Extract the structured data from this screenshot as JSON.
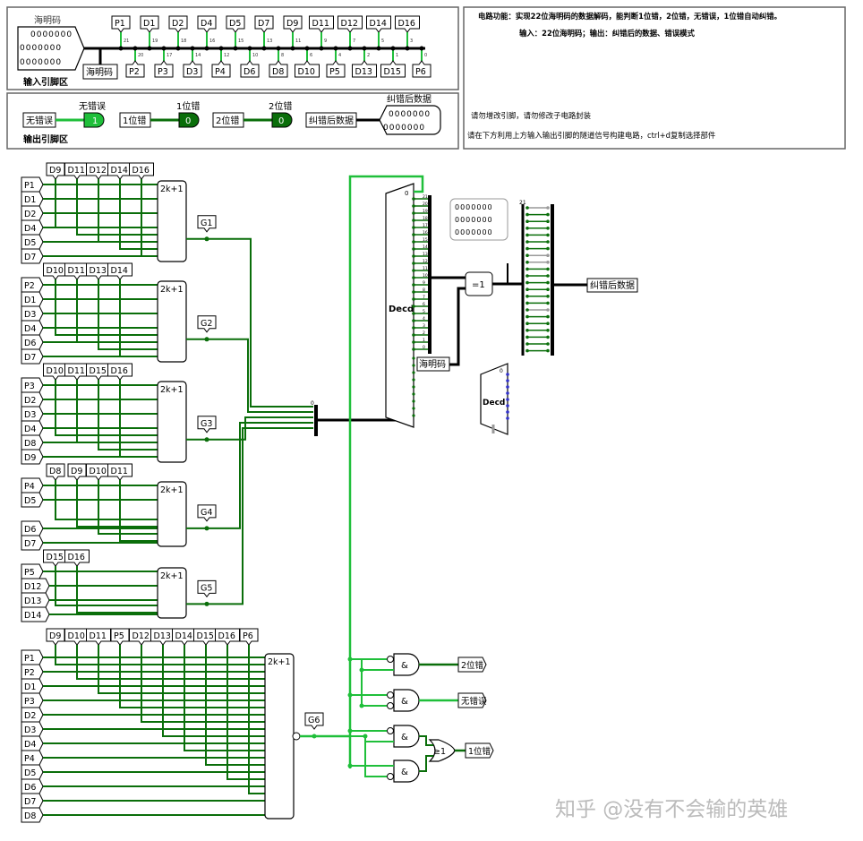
{
  "input_area": {
    "pin_label": "海明码",
    "tunnel_label": "海明码",
    "title": "输入引脚区",
    "tunnels_top": [
      "P1",
      "D1",
      "D2",
      "D4",
      "D5",
      "D7",
      "D9",
      "D11",
      "D12",
      "D14",
      "D16"
    ],
    "tunnels_bottom": [
      "P2",
      "P3",
      "D3",
      "P4",
      "D6",
      "D8",
      "D10",
      "P5",
      "D13",
      "D15",
      "P6"
    ],
    "bus_indices_top": [
      "21",
      "19",
      "18",
      "16",
      "15",
      "13",
      "11",
      "9",
      "7",
      "5",
      "3"
    ],
    "bus_indices_bottom": [
      "20",
      "17",
      "14",
      "12",
      "10",
      "8",
      "6",
      "4",
      "2",
      "1",
      "0"
    ]
  },
  "output_area": {
    "title": "输出引脚区",
    "no_error_tunnel": "无错误",
    "no_error_label": "无错误",
    "no_error_value": "1",
    "one_bit_tunnel": "1位错",
    "one_bit_label": "1位错",
    "one_bit_value": "0",
    "two_bit_tunnel": "2位错",
    "two_bit_label": "2位错",
    "two_bit_value": "0",
    "corrected_tunnel": "纠错后数据",
    "corrected_label": "纠错后数据"
  },
  "notes": {
    "line1": "电路功能：实现22位海明码的数据解码，能判断1位错，2位错，无错误，1位错自动纠错。",
    "line2": "输入：22位海明码；输出：纠错后的数据、错误模式",
    "line3": "请勿增改引脚，请勿修改子电路封装",
    "line4": "请在下方利用上方输入输出引脚的隧道信号构建电路，ctrl+d复制选择部件"
  },
  "groups": [
    {
      "tops": [
        "D9",
        "D11",
        "D12",
        "D14",
        "D16"
      ],
      "lefts": [
        "P1",
        "D1",
        "D2",
        "D4",
        "D5",
        "D7"
      ],
      "gate": "2k+1",
      "out": "G1"
    },
    {
      "tops": [
        "D10",
        "D11",
        "D13",
        "D14"
      ],
      "lefts": [
        "P2",
        "D1",
        "D3",
        "D4",
        "D6",
        "D7"
      ],
      "gate": "2k+1",
      "out": "G2"
    },
    {
      "tops": [
        "D10",
        "D11",
        "D15",
        "D16"
      ],
      "lefts": [
        "P3",
        "D2",
        "D3",
        "D4",
        "D8",
        "D9"
      ],
      "gate": "2k+1",
      "out": "G3"
    },
    {
      "tops": [
        "D8",
        "D9",
        "D10",
        "D11"
      ],
      "lefts": [
        "P4",
        "D5",
        "D6",
        "D7"
      ],
      "gate": "2k+1",
      "out": "G4"
    },
    {
      "tops": [
        "D15",
        "D16"
      ],
      "lefts": [
        "P5",
        "D12",
        "D13",
        "D14"
      ],
      "gate": "2k+1",
      "out": "G5"
    },
    {
      "tops": [
        "D9",
        "D10",
        "D11",
        "P5",
        "D12",
        "D13",
        "D14",
        "D15",
        "D16",
        "P6"
      ],
      "lefts": [
        "P1",
        "P2",
        "D1",
        "P3",
        "D2",
        "D3",
        "D4",
        "P4",
        "D5",
        "D6",
        "D7",
        "D8"
      ],
      "gate": "2k+1",
      "out": "G6"
    }
  ],
  "decoder": {
    "label": "Decd",
    "index_labels": [
      "21",
      "20",
      "19",
      "18",
      "17",
      "16",
      "15",
      "14",
      "13",
      "12",
      "11",
      "10",
      "9",
      "8",
      "7",
      "6",
      "5",
      "4",
      "3",
      "2",
      "1",
      "0"
    ]
  },
  "decoder2": {
    "label": "Decd"
  },
  "xor_gate": "=1",
  "hamming_tunnel": "海明码",
  "corrected_tunnel": "纠错后数据",
  "constant_label": "0",
  "splitter_top_label": "21",
  "probe_bits": "0000000",
  "gates_bottom": {
    "and_label": "&",
    "or_label": "≥1",
    "out_two": "2位错",
    "out_none": "无错误",
    "out_one": "1位错"
  },
  "watermark": "知乎 @没有不会输的英雄",
  "colors": {
    "wire_on": "#1fbf3a",
    "wire_dark": "#0a6e0a",
    "wire_bus": "#000000",
    "panel_border": "#666666"
  }
}
